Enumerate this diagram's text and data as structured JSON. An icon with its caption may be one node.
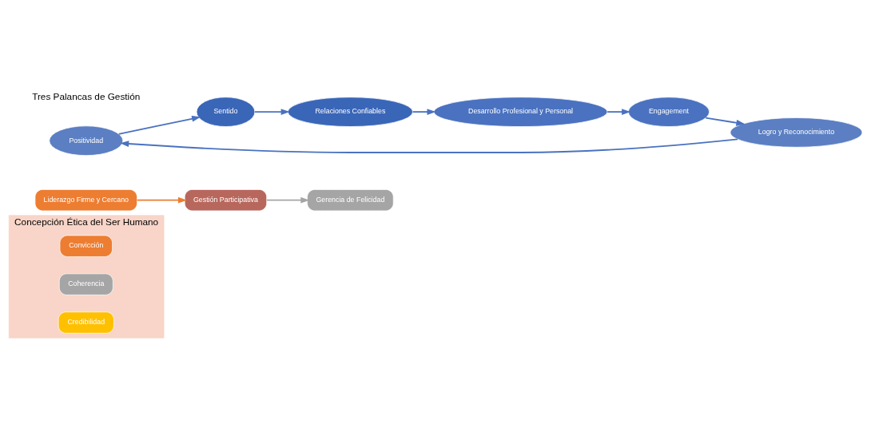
{
  "diagram": {
    "nodes": [
      {
        "text": [
          "Concepción Ética del Ser Humano"
        ]
      },
      {
        "text": [
          "Convicción"
        ],
        "in": 0
      },
      {
        "text": [
          "Coherencia"
        ],
        "in": 0
      },
      {
        "text": [
          "Credibilidad"
        ],
        "in": 0
      },
      {
        "text": [
          "Liderazgo Firme y Cercano"
        ]
      },
      {
        "text": [
          "Gestión Participativa"
        ]
      },
      {
        "text": [
          "Gerencia de Felicidad"
        ]
      },
      {
        "text": [
          "Positividad"
        ]
      },
      {
        "text": [
          "Sentido"
        ]
      },
      {
        "text": [
          "Relaciones Confiables"
        ]
      },
      {
        "text": [
          "Desarrollo Profesional y Personal"
        ]
      },
      {
        "text": [
          "Engagement"
        ]
      },
      {
        "text": [
          "Logro y Reconocimiento"
        ]
      }
    ],
    "edges": [
      {
        "from": 4,
        "to": 5,
        "arrow": "to",
        "color": "#ed7d31"
      },
      {
        "from": 5,
        "to": 6,
        "arrow": "to",
        "color": "#a5a5a5"
      },
      {
        "from": 7,
        "to": 8,
        "arrow": "to"
      },
      {
        "from": 8,
        "to": 9,
        "arrow": "to"
      },
      {
        "from": 9,
        "to": 10,
        "arrow": "to"
      },
      {
        "from": 10,
        "to": 11,
        "arrow": "to"
      },
      {
        "from": 11,
        "to": 12,
        "arrow": "to"
      },
      {
        "from": 12,
        "to": 7,
        "arrow": "to"
      }
    ],
    "labels": [
      "Tres Palancas de Gestión"
    ]
  }
}
